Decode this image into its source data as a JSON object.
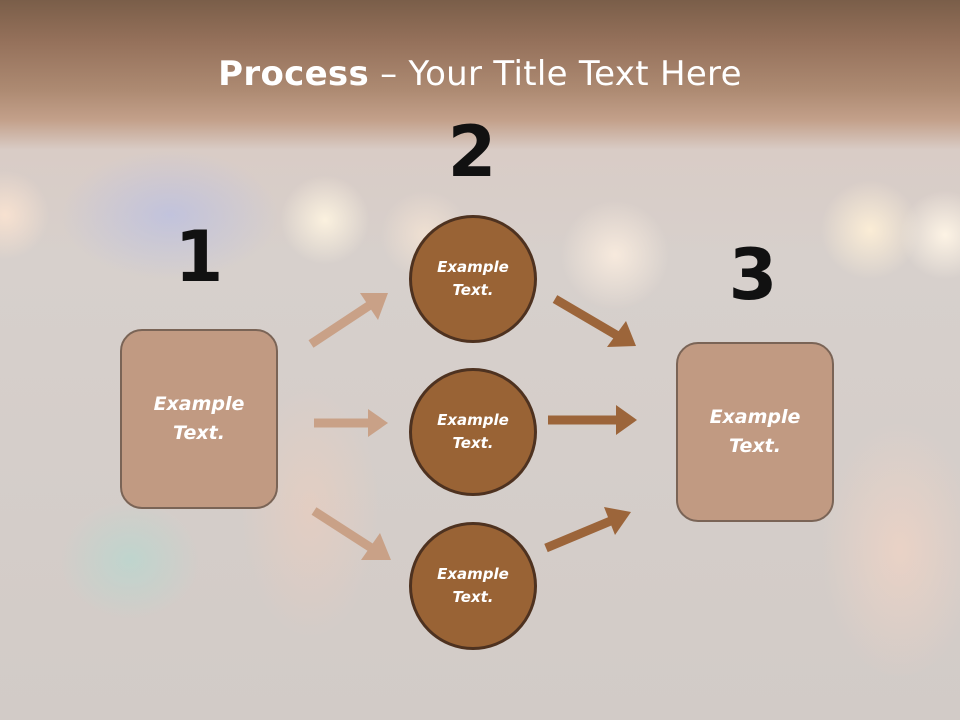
{
  "title": {
    "bold": "Process",
    "rest": " – Your Title Text Here"
  },
  "steps": [
    {
      "number": "1",
      "text": "Example Text."
    },
    {
      "number": "2",
      "items": [
        "Example Text.",
        "Example Text.",
        "Example Text."
      ]
    },
    {
      "number": "3",
      "text": "Example Text."
    }
  ],
  "colors": {
    "box_fill": "#c19a82",
    "circle_fill": "#996335",
    "light_arrow": "#c9a187",
    "dark_arrow": "#9c653a"
  }
}
